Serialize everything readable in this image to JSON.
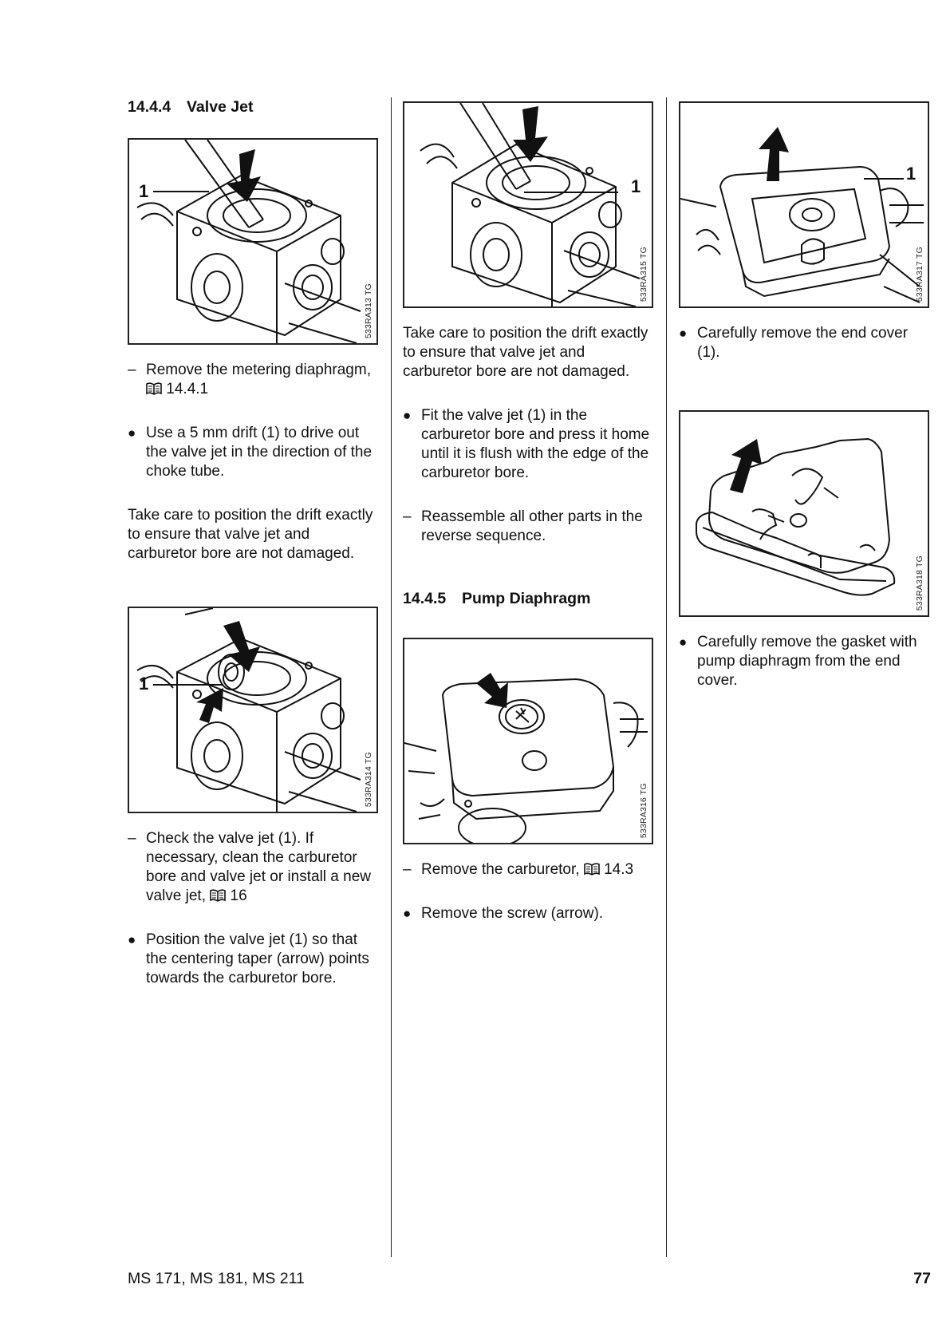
{
  "column1": {
    "heading_number": "14.4.4",
    "heading_title": "Valve Jet",
    "fig1_code": "533RA313 TG",
    "fig1_callout": "1",
    "step1_marker": "–",
    "step1_text": "Remove the metering diaphragm,",
    "step1_ref": "14.4.1",
    "step2_marker": "●",
    "step2_text": "Use a 5 mm drift (1) to drive out the valve jet in the direction of the choke tube.",
    "note1": "Take care to position the drift exactly to ensure that valve jet and carburetor bore are not damaged.",
    "fig2_code": "533RA314 TG",
    "fig2_callout": "1",
    "step3_marker": "–",
    "step3_text": "Check the valve jet (1). If necessary, clean the carburetor bore and valve jet or install a new valve jet,",
    "step3_ref": "16",
    "step4_marker": "●",
    "step4_text": "Position the valve jet (1) so that the centering taper (arrow) points towards the carburetor bore."
  },
  "column2": {
    "fig3_code": "533RA315 TG",
    "fig3_callout": "1",
    "note2": "Take care to position the drift exactly to ensure that valve jet and carburetor bore are not damaged.",
    "step5_marker": "●",
    "step5_text": "Fit the valve jet (1) in the carburetor bore and press it home until it is flush with the edge of the carburetor bore.",
    "step6_marker": "–",
    "step6_text": "Reassemble all other parts in the reverse sequence.",
    "heading_number": "14.4.5",
    "heading_title": "Pump Diaphragm",
    "fig4_code": "533RA316 TG",
    "step7_marker": "–",
    "step7_text": "Remove the carburetor,",
    "step7_ref": "14.3",
    "step8_marker": "●",
    "step8_text": "Remove the screw (arrow)."
  },
  "column3": {
    "fig5_code": "533RA317 TG",
    "fig5_callout": "1",
    "step9_marker": "●",
    "step9_text": "Carefully remove the end cover (1).",
    "fig6_code": "533RA318 TG",
    "step10_marker": "●",
    "step10_text": "Carefully remove the gasket with pump diaphragm from the end cover."
  },
  "footer": {
    "models": "MS 171, MS 181, MS 211",
    "page_number": "77"
  },
  "icons": {
    "reference": "book-icon"
  }
}
